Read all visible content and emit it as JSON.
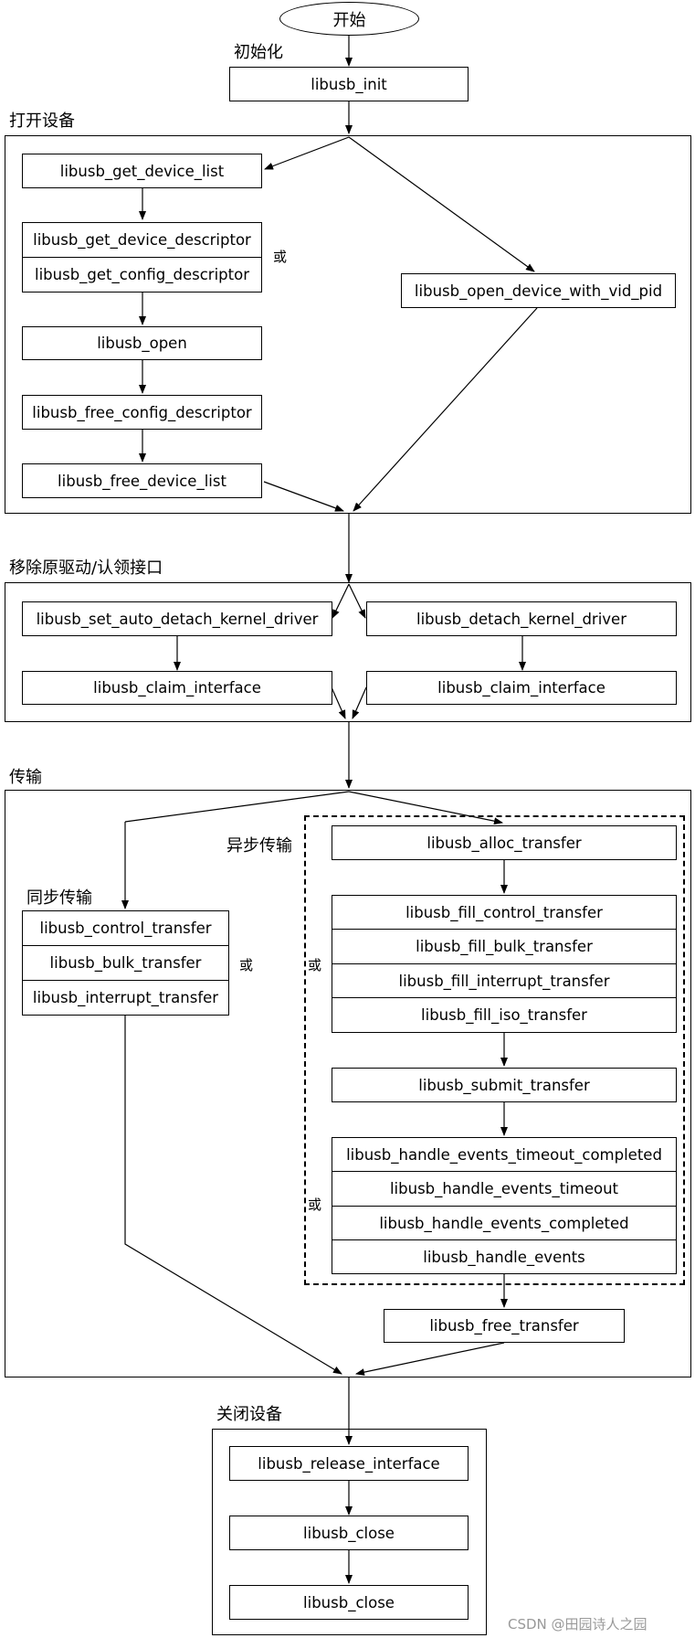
{
  "start": "开始",
  "sections": {
    "init": "初始化",
    "open": "打开设备",
    "detach": "移除原驱动/认领接口",
    "transfer": "传输",
    "sync": "同步传输",
    "async": "异步传输",
    "close": "关闭设备"
  },
  "or_label": "或",
  "nodes": {
    "init": "libusb_init",
    "get_device_list": "libusb_get_device_list",
    "get_device_descriptor": "libusb_get_device_descriptor",
    "get_config_descriptor": "libusb_get_config_descriptor",
    "open": "libusb_open",
    "free_config_descriptor": "libusb_free_config_descriptor",
    "free_device_list": "libusb_free_device_list",
    "open_device_with_vid_pid": "libusb_open_device_with_vid_pid",
    "set_auto_detach": "libusb_set_auto_detach_kernel_driver",
    "detach_kernel_driver": "libusb_detach_kernel_driver",
    "claim_interface_left": "libusb_claim_interface",
    "claim_interface_right": "libusb_claim_interface",
    "control_transfer": "libusb_control_transfer",
    "bulk_transfer": "libusb_bulk_transfer",
    "interrupt_transfer": "libusb_interrupt_transfer",
    "alloc_transfer": "libusb_alloc_transfer",
    "fill_control_transfer": "libusb_fill_control_transfer",
    "fill_bulk_transfer": "libusb_fill_bulk_transfer",
    "fill_interrupt_transfer": "libusb_fill_interrupt_transfer",
    "fill_iso_transfer": "libusb_fill_iso_transfer",
    "submit_transfer": "libusb_submit_transfer",
    "handle_events_timeout_completed": "libusb_handle_events_timeout_completed",
    "handle_events_timeout": "libusb_handle_events_timeout",
    "handle_events_completed": "libusb_handle_events_completed",
    "handle_events": "libusb_handle_events",
    "free_transfer": "libusb_free_transfer",
    "release_interface": "libusb_release_interface",
    "close_1": "libusb_close",
    "close_2": "libusb_close"
  },
  "watermark": "CSDN @田园诗人之园"
}
